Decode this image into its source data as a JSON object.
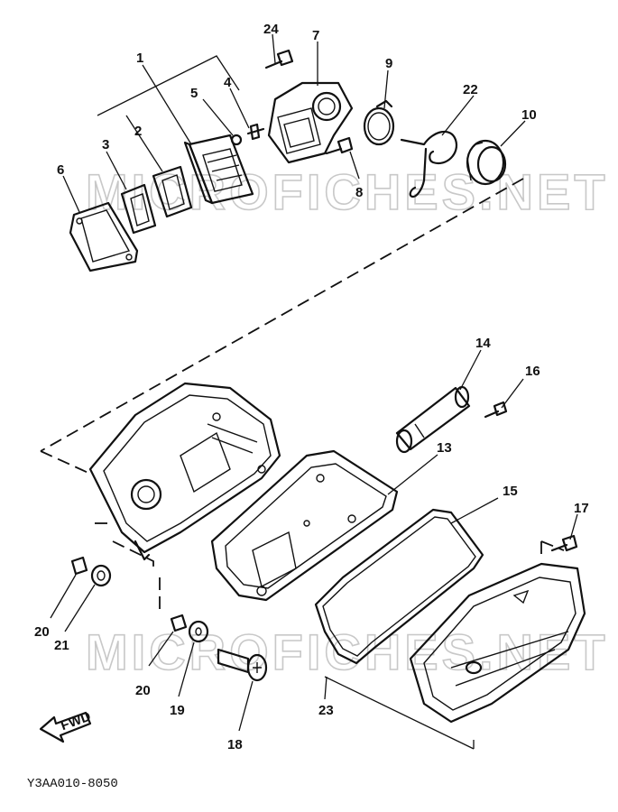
{
  "watermark_text": "MICROFICHES.NET",
  "diagram_code": "Y3AA010-8050",
  "fwd_label": "FWD",
  "callouts": [
    "1",
    "2",
    "3",
    "4",
    "5",
    "6",
    "7",
    "8",
    "9",
    "10",
    "13",
    "14",
    "15",
    "16",
    "17",
    "18",
    "19",
    "20",
    "20",
    "21",
    "22",
    "23",
    "24"
  ]
}
